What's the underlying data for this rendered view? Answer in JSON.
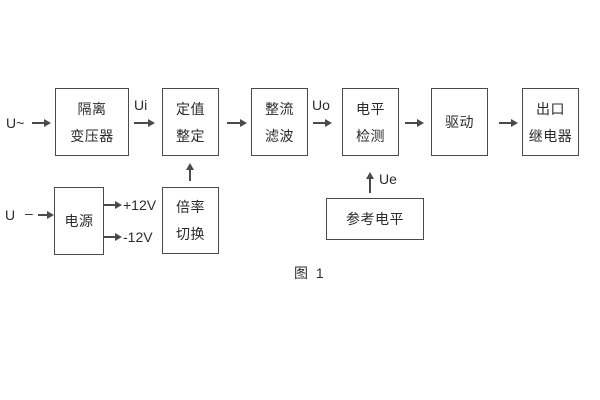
{
  "figure": {
    "caption": "图 1"
  },
  "colors": {
    "line": "#4a4a4a",
    "text": "#2b2b2b",
    "background": "#ffffff"
  },
  "blocks": {
    "isolation_transformer": {
      "line1": "隔离",
      "line2": "变压器"
    },
    "setting_adjust": {
      "line1": "定值",
      "line2": "整定"
    },
    "rectify_filter": {
      "line1": "整流",
      "line2": "滤波"
    },
    "level_detect": {
      "line1": "电平",
      "line2": "检测"
    },
    "drive": {
      "line1": "驱动"
    },
    "output_relay": {
      "line1": "出口",
      "line2": "继电器"
    },
    "power_supply": {
      "line1": "电源"
    },
    "ratio_switch": {
      "line1": "倍率",
      "line2": "切换"
    },
    "reference_level": {
      "line1": "参考电平"
    }
  },
  "signals": {
    "ac_input": "U~",
    "dc_input": "U",
    "dc_dash": "–",
    "ui": "Ui",
    "uo": "Uo",
    "ue": "Ue",
    "plus_12v": "+12V",
    "minus_12v": "-12V"
  }
}
